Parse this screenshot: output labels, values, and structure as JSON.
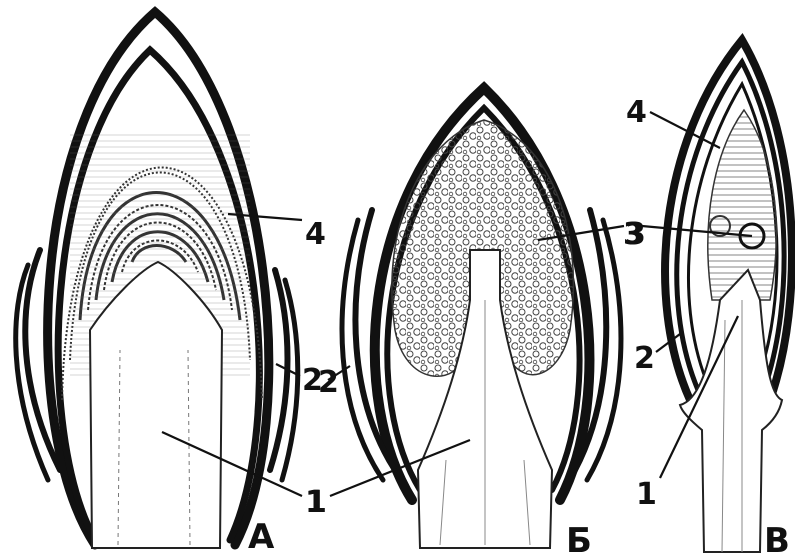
{
  "figure": {
    "panels": [
      {
        "letter": "А",
        "part": "panel-a"
      },
      {
        "letter": "Б",
        "part": "panel-b"
      },
      {
        "letter": "В",
        "part": "panel-c"
      }
    ],
    "callouts": {
      "a_4": "4",
      "a_2": "2",
      "a_1": "1",
      "b_2": "2",
      "b_1": "1",
      "b_3": "3",
      "c_4": "4",
      "c_3": "3",
      "c_2": "2",
      "c_1": "1"
    },
    "colors": {
      "ink": "#111111",
      "paper": "#ffffff",
      "hatch": "#555555"
    }
  }
}
